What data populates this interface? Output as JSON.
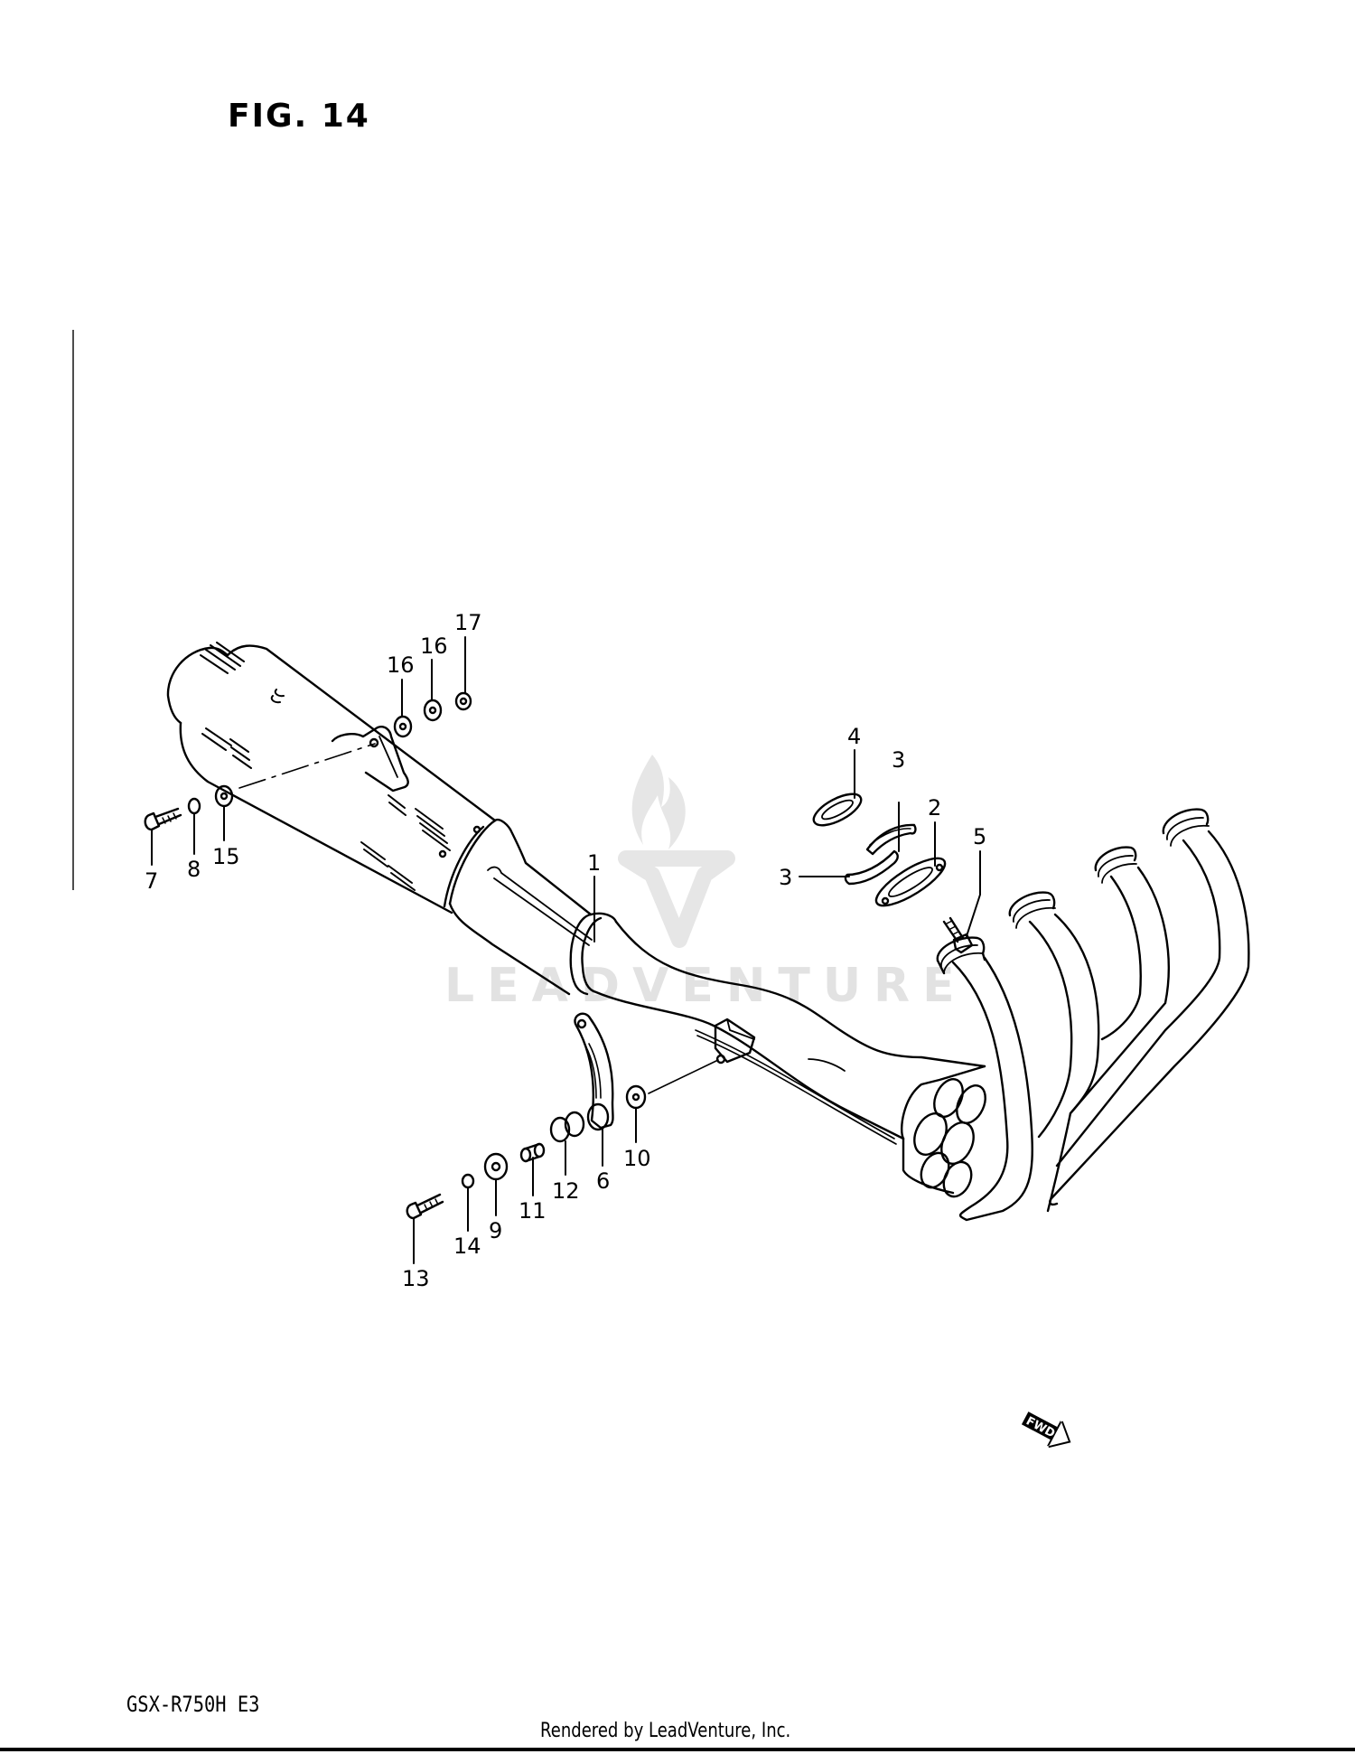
{
  "figure": {
    "title": "FIG. 14",
    "model_code": "GSX-R750H  E3",
    "footer": "Rendered by LeadVenture, Inc.",
    "watermark": "LEADVENTURE",
    "direction_badge": "FWD"
  },
  "callouts": [
    {
      "id": "1",
      "label": "1",
      "part": "muffler-assembly"
    },
    {
      "id": "2",
      "label": "2",
      "part": "exhaust-pipe-gasket-flange"
    },
    {
      "id": "3a",
      "label": "3",
      "part": "exhaust-pipe-joint-half-upper"
    },
    {
      "id": "3b",
      "label": "3",
      "part": "exhaust-pipe-joint-half-lower"
    },
    {
      "id": "4",
      "label": "4",
      "part": "exhaust-port-gasket"
    },
    {
      "id": "5",
      "label": "5",
      "part": "flange-bolt"
    },
    {
      "id": "6",
      "label": "6",
      "part": "muffler-bracket"
    },
    {
      "id": "7",
      "label": "7",
      "part": "rear-mount-bolt"
    },
    {
      "id": "8",
      "label": "8",
      "part": "rear-mount-nut"
    },
    {
      "id": "9",
      "label": "9",
      "part": "washer"
    },
    {
      "id": "10",
      "label": "10",
      "part": "cushion-washer"
    },
    {
      "id": "11",
      "label": "11",
      "part": "spacer"
    },
    {
      "id": "12",
      "label": "12",
      "part": "mount-cushion"
    },
    {
      "id": "13",
      "label": "13",
      "part": "bracket-bolt"
    },
    {
      "id": "14",
      "label": "14",
      "part": "lock-washer"
    },
    {
      "id": "15",
      "label": "15",
      "part": "washer"
    },
    {
      "id": "16a",
      "label": "16",
      "part": "cushion"
    },
    {
      "id": "16b",
      "label": "16",
      "part": "cushion"
    },
    {
      "id": "17",
      "label": "17",
      "part": "nut"
    }
  ],
  "colors": {
    "ink": "#000000",
    "background": "#ffffff",
    "watermark": "#e2e2e2"
  }
}
